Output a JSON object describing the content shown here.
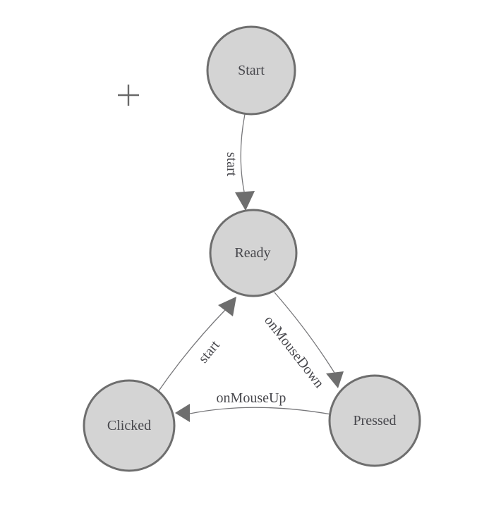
{
  "diagram": {
    "type": "state-machine",
    "nodes": [
      {
        "id": "start",
        "label": "Start"
      },
      {
        "id": "ready",
        "label": "Ready"
      },
      {
        "id": "clicked",
        "label": "Clicked"
      },
      {
        "id": "pressed",
        "label": "Pressed"
      }
    ],
    "edges": [
      {
        "id": "start-to-ready",
        "from": "Start",
        "to": "Ready",
        "label": "start"
      },
      {
        "id": "clicked-to-ready",
        "from": "Clicked",
        "to": "Ready",
        "label": "start"
      },
      {
        "id": "ready-to-pressed",
        "from": "Ready",
        "to": "Pressed",
        "label": "onMouseDown"
      },
      {
        "id": "pressed-to-clicked",
        "from": "Pressed",
        "to": "Clicked",
        "label": "onMouseUp"
      }
    ],
    "cursor_icon": "crosshair-plus",
    "colors": {
      "background": "#ffffff",
      "node_fill": "#d4d4d4",
      "node_stroke": "#6e6e6e",
      "edge_stroke": "#77777a",
      "arrow_fill": "#6e6e6e",
      "text": "#47474c",
      "crosshair": "#696969"
    }
  }
}
